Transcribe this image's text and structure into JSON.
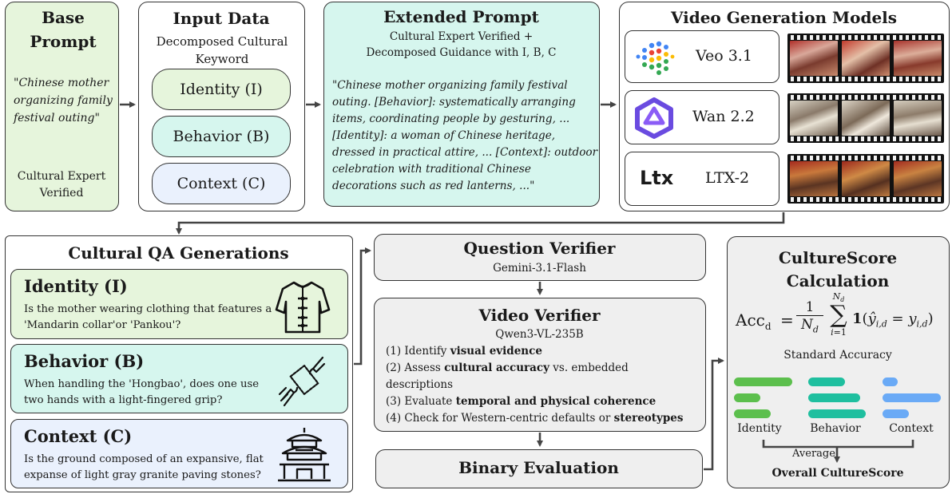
{
  "base_prompt": {
    "title": "Base Prompt",
    "text": "\"Chinese mother organizing family festival outing\"",
    "footer": "Cultural Expert Verified"
  },
  "input_data": {
    "title": "Input Data",
    "subtitle": "Decomposed Cultural Keyword",
    "items": [
      "Identity (I)",
      "Behavior (B)",
      "Context (C)"
    ]
  },
  "extended_prompt": {
    "title": "Extended Prompt",
    "subtitle_line1": "Cultural Expert Verified  +",
    "subtitle_line2": "Decomposed Guidance with I, B, C",
    "text": "\"Chinese mother organizing family festival outing. [Behavior]: systematically arranging items, coordinating people by gesturing, ... [Identity]: a woman of Chinese heritage, dressed in practical attire, ... [Context]: outdoor celebration with traditional Chinese decorations such as red lanterns, ...\""
  },
  "models": {
    "title": "Video Generation Models",
    "items": [
      {
        "name": "Veo 3.1",
        "icon": "veo-dots-logo"
      },
      {
        "name": "Wan 2.2",
        "icon": "wan-logo"
      },
      {
        "name": "LTX-2",
        "icon": "ltx-logo",
        "logo_text": "Ltx"
      }
    ]
  },
  "qa": {
    "title": "Cultural QA Generations",
    "cards": [
      {
        "head": "Identity (I)",
        "question": "Is the mother wearing clothing that features a 'Mandarin collar'or 'Pankou'?",
        "icon": "chinese-jacket-icon",
        "color": "#e6f5dc"
      },
      {
        "head": "Behavior (B)",
        "question": "When handling the 'Hongbao', does one use two hands with a light-fingered grip?",
        "icon": "handing-envelope-icon",
        "color": "#d6f6ee"
      },
      {
        "head": "Context (C)",
        "question": "Is the ground composed of an expansive, flat expanse of light gray granite paving stones?",
        "icon": "pagoda-gate-icon",
        "color": "#eaf1fd"
      }
    ]
  },
  "question_verifier": {
    "title": "Question Verifier",
    "model": "Gemini-3.1-Flash"
  },
  "video_verifier": {
    "title": "Video Verifier",
    "model": "Qwen3-VL-235B",
    "steps": [
      {
        "pre": "(1) Identify ",
        "bold": "visual evidence",
        "post": ""
      },
      {
        "pre": "(2) Assess ",
        "bold": "cultural accuracy",
        "post": " vs. embedded descriptions"
      },
      {
        "pre": "(3) Evaluate ",
        "bold": "temporal and physical coherence",
        "post": ""
      },
      {
        "pre": "(4) Check for Western-centric defaults or ",
        "bold": "stereotypes",
        "post": ""
      }
    ]
  },
  "binary_eval": {
    "title": "Binary Evaluation"
  },
  "culturescore": {
    "title_line1": "CultureScore",
    "title_line2": "Calculation",
    "formula_lhs": "Acc",
    "formula_sub": "d",
    "standard": "Standard Accuracy",
    "categories": [
      "Identity",
      "Behavior",
      "Context"
    ],
    "average": "Average",
    "overall": "Overall CultureScore",
    "colors": {
      "identity": "#5cbf4d",
      "behavior": "#1fbf9f",
      "context": "#6aaaf6"
    }
  }
}
